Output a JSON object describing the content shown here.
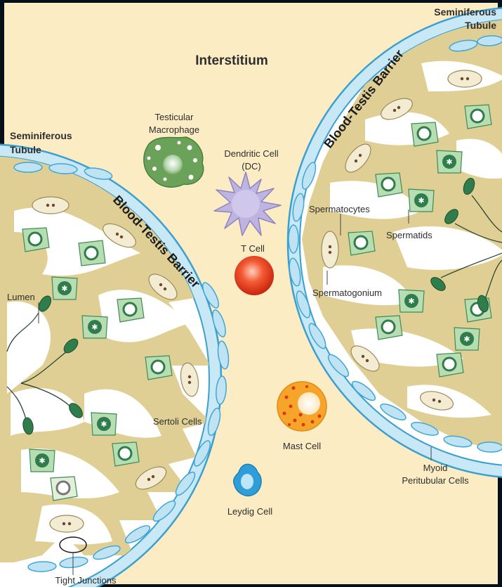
{
  "labels": {
    "interstitium": "Interstitium",
    "sem_right_1": "Seminiferous",
    "sem_right_2": "Tubule",
    "sem_left_1": "Seminiferous",
    "sem_left_2": "Tubule",
    "macrophage_1": "Testicular",
    "macrophage_2": "Macrophage",
    "dendritic_1": "Dendritic Cell",
    "dendritic_2": "(DC)",
    "tcell": "T Cell",
    "btb_left": "Blood-Testis Barrier",
    "btb_right": "Blood-Testis Barrier",
    "spermatocytes": "Spermatocytes",
    "spermatids": "Spermatids",
    "spermatogonium": "Spermatogonium",
    "lumen": "Lumen",
    "sertoli": "Sertoli Cells",
    "mast": "Mast Cell",
    "leydig": "Leydig Cell",
    "myoid_1": "Myoid",
    "myoid_2": "Peritubular Cells",
    "tight": "Tight Junctions"
  },
  "colors": {
    "interstitium": "#fcecc4",
    "sertoli": "#e0cf94",
    "cavity": "#ffffff",
    "myoid": "#bfe3f2",
    "myoid_border": "#3fa6d6",
    "germ_green": "#b9ddb3",
    "sperm_green": "#2f7d4a",
    "tcell": "#e53a1f",
    "mast": "#f6a42a",
    "leydig": "#2f9ed8",
    "dendritic": "#bdb5e0",
    "macrophage": "#6aa25a"
  }
}
